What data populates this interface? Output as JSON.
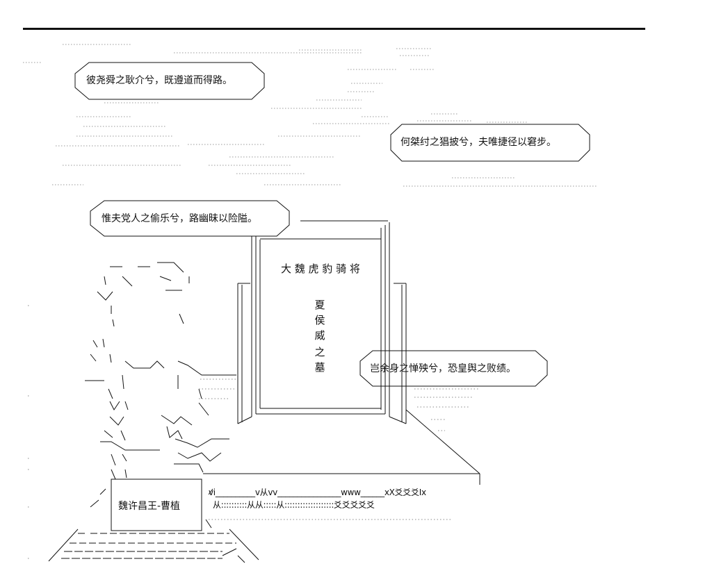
{
  "speech_bubbles": [
    {
      "text": "彼尧舜之耿介兮，既遵道而得路。"
    },
    {
      "text": "何桀纣之猖披兮，夫唯捷径以窘步。"
    },
    {
      "text": "惟夫党人之偷乐兮，路幽昧以险隘。"
    },
    {
      "text": "岂余身之惮殃兮，恐皇舆之败绩。"
    }
  ],
  "tombstone": {
    "title": "大 魏 虎 豹 骑 将",
    "name": "夏侯威",
    "suffix": "之墓"
  },
  "sign": {
    "text": "魏许昌王-曹植"
  },
  "grass_text": {
    "line1": "vi__________v从vv________________www______xX爻爻爻Ix",
    "line2": "从::::::::::从从:::::从:::::::::::::::::::爻爻爻爻爻"
  },
  "colors": {
    "ink": "#111111",
    "dots": "#8a8a8a",
    "paper": "#ffffff"
  }
}
